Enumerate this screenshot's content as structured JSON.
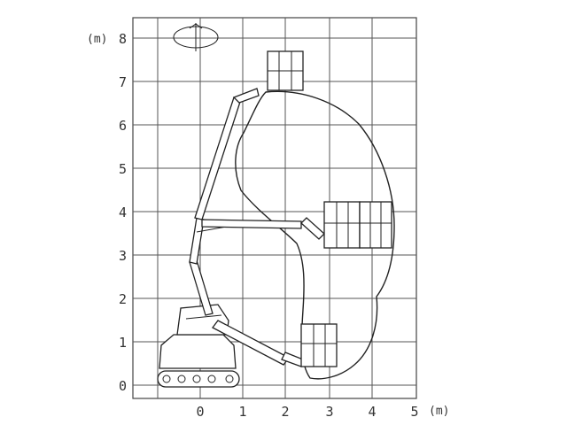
{
  "axes": {
    "y_unit": "(m)",
    "x_unit": "(m)",
    "y_ticks": [
      "0",
      "1",
      "2",
      "3",
      "4",
      "5",
      "6",
      "7",
      "8"
    ],
    "x_ticks": [
      "0",
      "1",
      "2",
      "3",
      "4",
      "5"
    ]
  },
  "icons": {
    "rotation": "rotation-ellipse-icon",
    "platform": "work-platform-basket-icon",
    "machine": "tracked-boom-lift-icon"
  }
}
